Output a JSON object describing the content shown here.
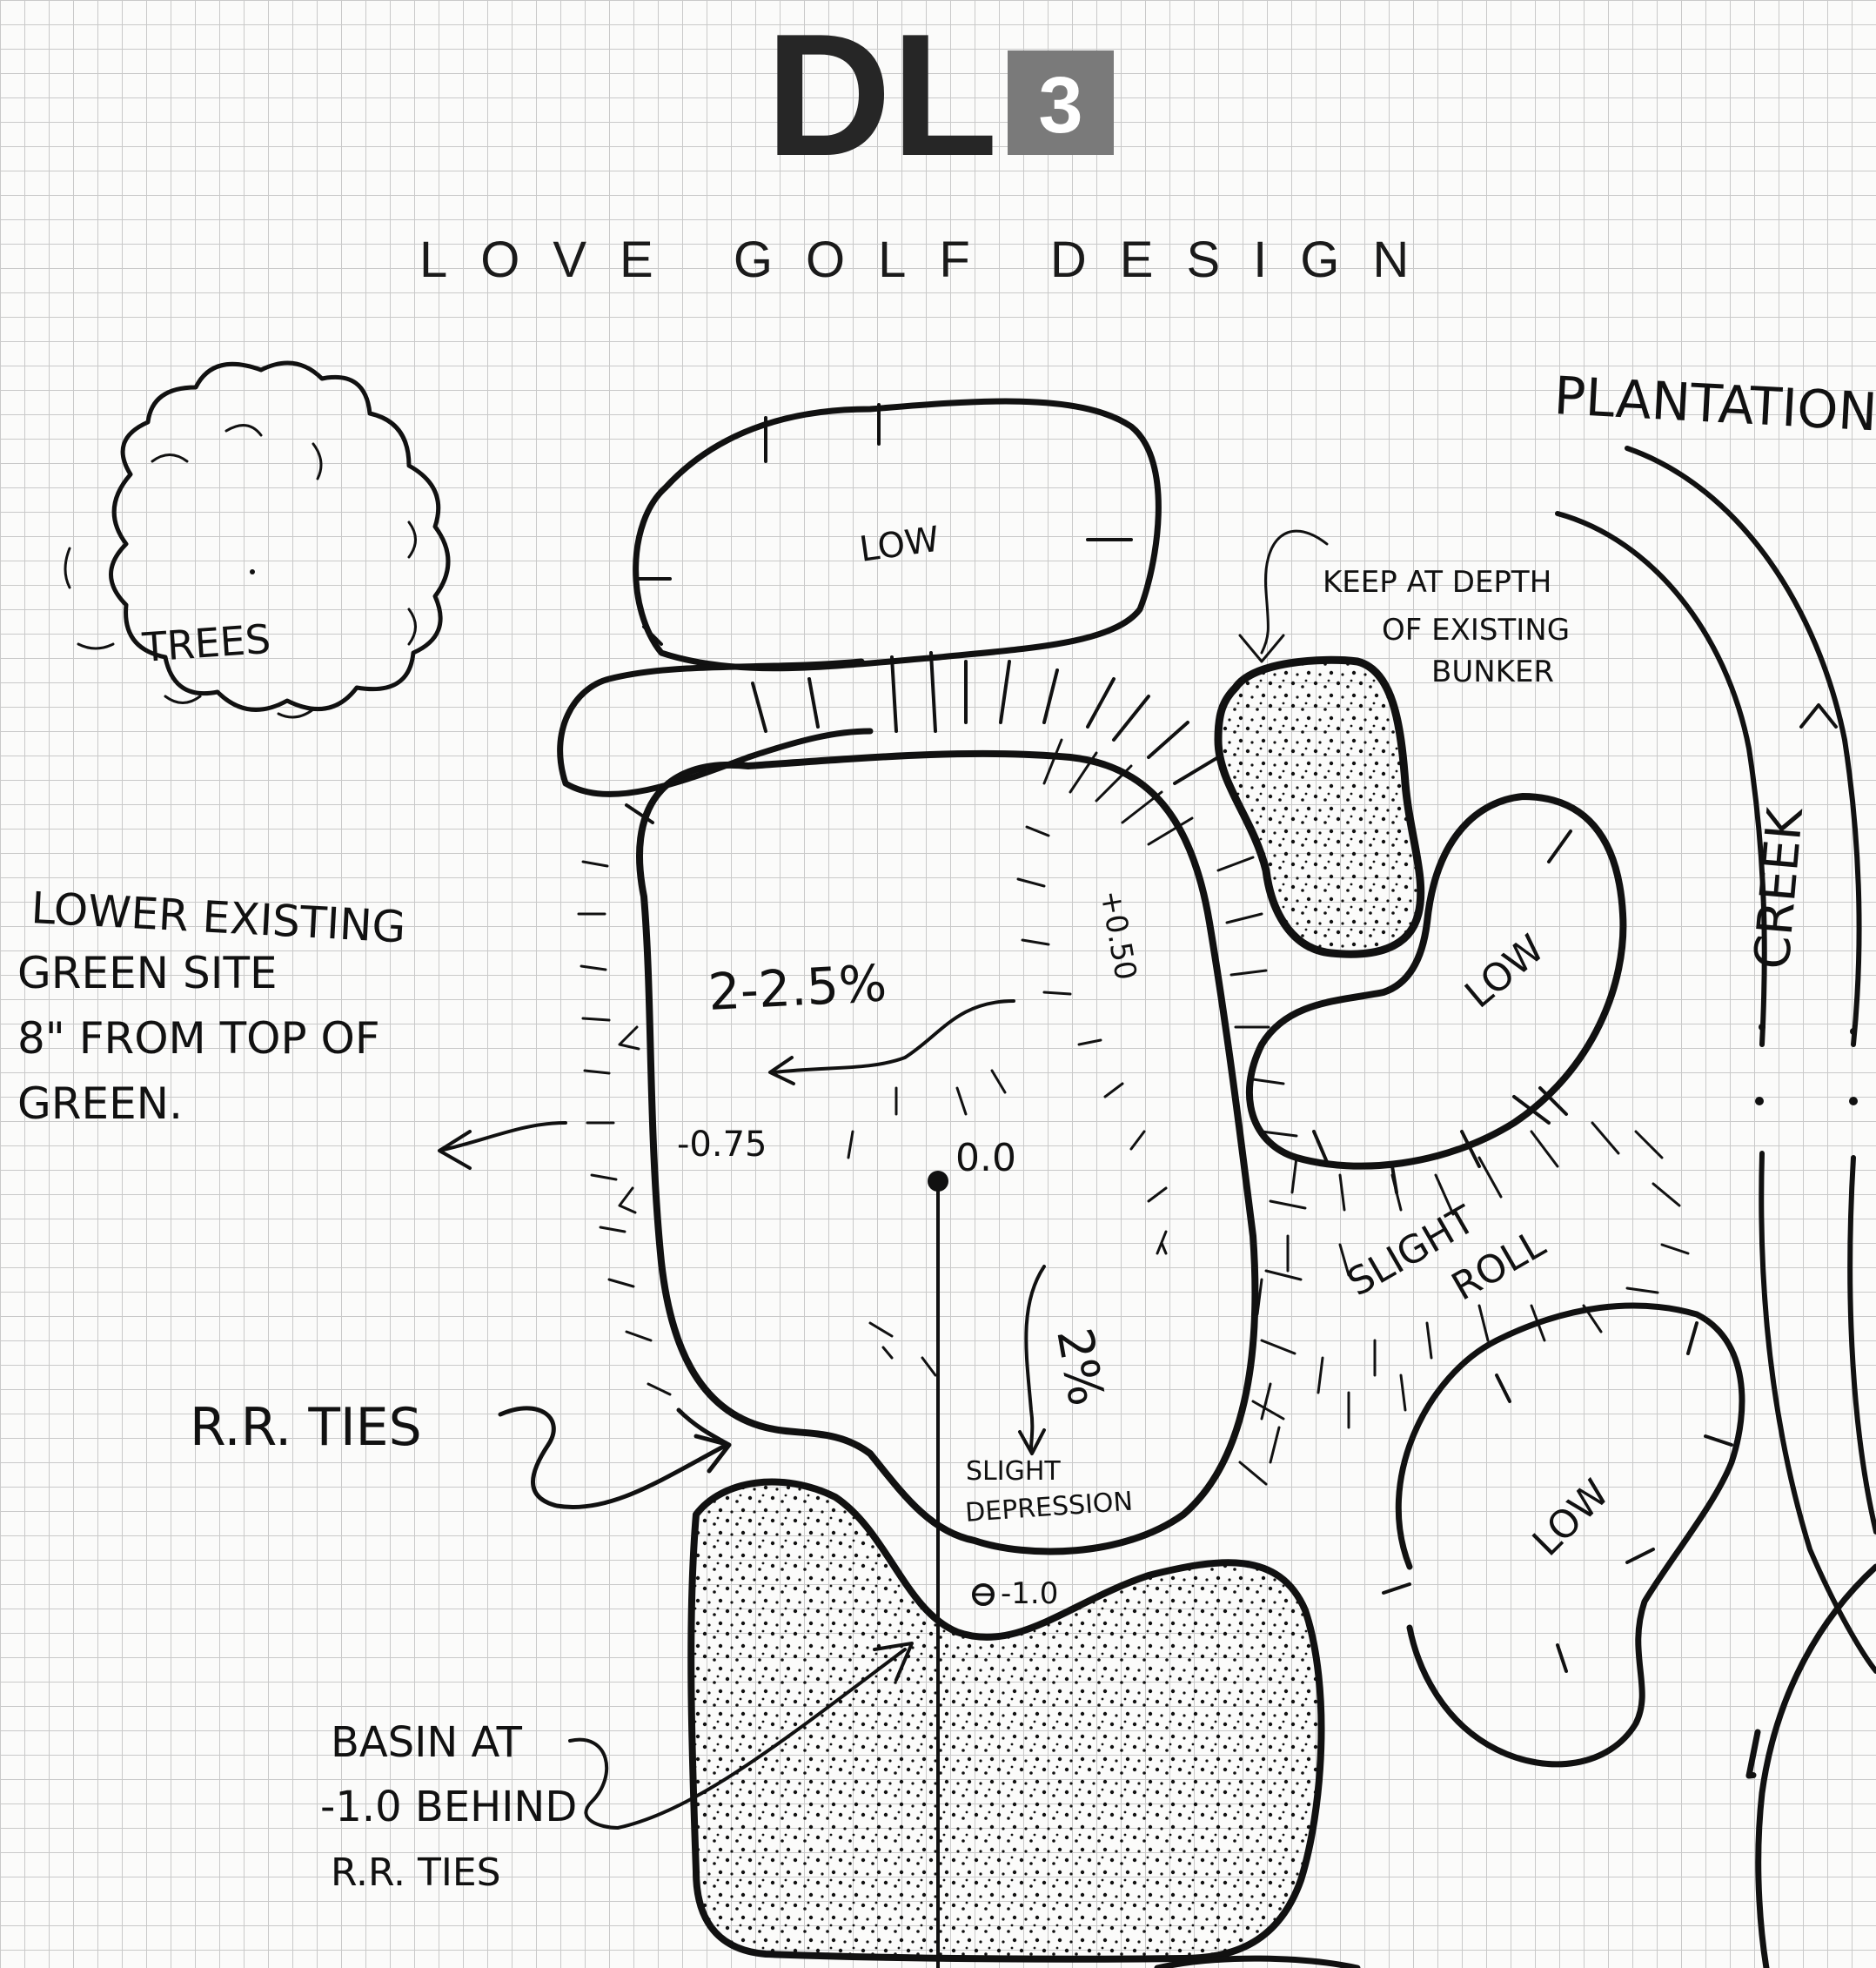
{
  "logo": {
    "dl": "DL",
    "num": "3",
    "num_bg": "#7a7a7a",
    "dl_color": "#262626"
  },
  "brand": {
    "name": "LOVE GOLF DESIGN"
  },
  "labels": {
    "plantation": "PLANTATION",
    "creek": "CREEK",
    "trees": "TREES",
    "low_top": "LOW",
    "low_right": "LOW",
    "low_bottom": "LOW",
    "keep_line1": "KEEP AT DEPTH",
    "keep_line2": "OF EXISTING",
    "keep_line3": "BUNKER",
    "lower_line1": "LOWER EXISTING",
    "lower_line2": "GREEN SITE",
    "lower_line3": "8\" FROM TOP OF",
    "lower_line4": "GREEN.",
    "slope_main": "2-2.5%",
    "slope_down": "2%",
    "elev_plus": "+0.50",
    "elev_minus075": "-0.75",
    "elev_zero": "0.0",
    "elev_minus1": "-1.0",
    "slight_roll_1": "SLIGHT",
    "slight_roll_2": "ROLL",
    "depression_1": "SLIGHT",
    "depression_2": "DEPRESSION",
    "rr_ties": "R.R. TIES",
    "basin_line1": "BASIN AT",
    "basin_line2": "-1.0 BEHIND",
    "basin_line3": "R.R. TIES"
  }
}
